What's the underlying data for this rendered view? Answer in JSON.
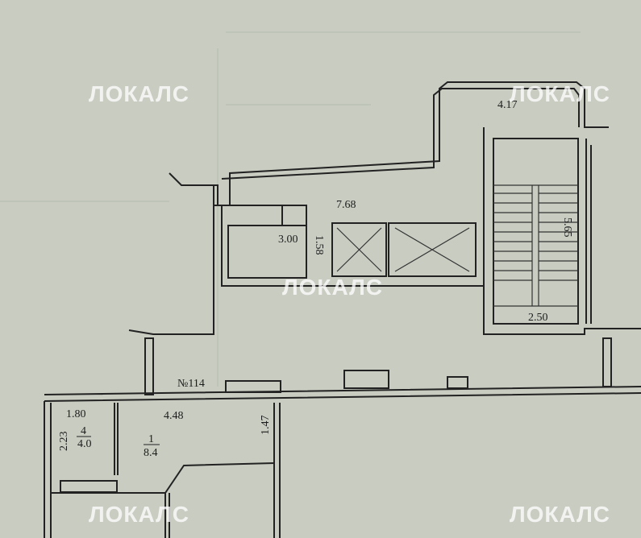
{
  "plan": {
    "apartment_number": "№114",
    "dimensions": {
      "top_right": "4.17",
      "corridor_width": "7.68",
      "small_room_width": "3.00",
      "small_room_depth": "1.58",
      "stair_depth": "5.65",
      "stair_width": "2.50",
      "hall_width": "4.48",
      "bath_width": "1.80",
      "bath_depth": "2.23",
      "hall_side": "1.47"
    },
    "rooms": [
      {
        "number": "4",
        "area": "4.0"
      },
      {
        "number": "1",
        "area": "8.4"
      }
    ]
  },
  "watermark": "ЛОКАЛС",
  "colors": {
    "background": "#c8ccc1",
    "lines": "#222222"
  }
}
